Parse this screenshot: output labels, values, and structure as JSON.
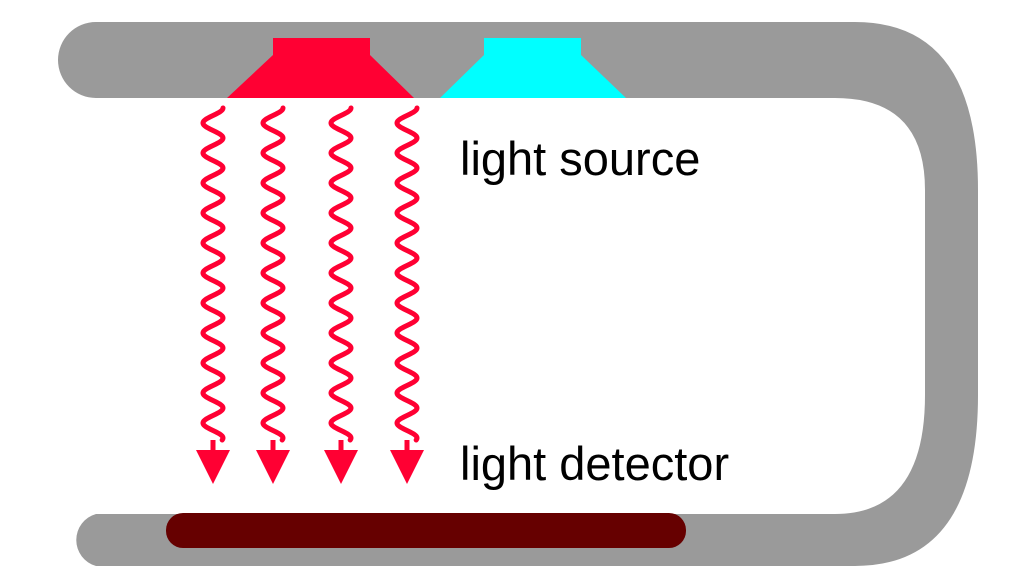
{
  "diagram": {
    "labels": {
      "source": "light source",
      "detector": "light detector"
    },
    "colors": {
      "housing": "#9a9a9a",
      "red_emitter": "#ff0033",
      "cyan_emitter": "#00ffff",
      "light_waves": "#ff0033",
      "detector_pad": "#660000",
      "label_text": "#000000",
      "background": "#ffffff"
    },
    "wave_count": 4
  }
}
